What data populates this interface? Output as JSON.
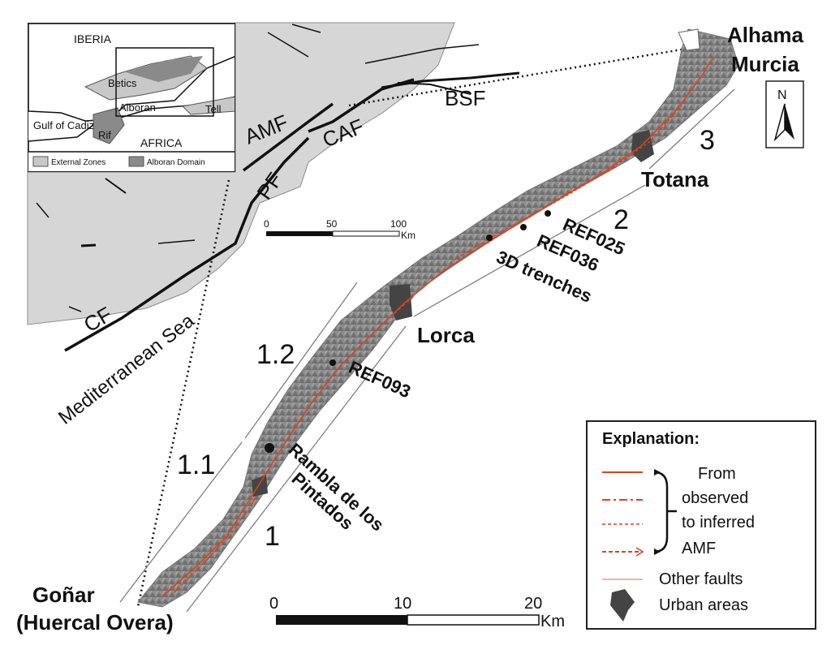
{
  "inset": {
    "regions": [
      "IBERIA",
      "Betics",
      "Alboran",
      "Tell",
      "Rif",
      "AFRICA",
      "Gulf of Cadiz"
    ],
    "legend": [
      "External Zones",
      "Alboran Domain"
    ]
  },
  "regional_faults": [
    "AMF",
    "CAF",
    "BSF",
    "PF",
    "CF"
  ],
  "sea_label": "Mediterranean Sea",
  "regional_scale": {
    "ticks": [
      "0",
      "50",
      "100"
    ],
    "unit": "Km"
  },
  "north_arrow": "N",
  "towns": {
    "alhama": "Alhama",
    "murcia": "Murcia",
    "totana": "Totana",
    "lorca": "Lorca",
    "gonar": "Goñar",
    "huercal": "(Huercal Overa)"
  },
  "segments": [
    "3",
    "2",
    "1.2",
    "1.1",
    "1"
  ],
  "sites": {
    "ref025": "REF025",
    "ref036": "REF036",
    "trenches": "3D trenches",
    "ref093": "REF093",
    "rambla1": "Rambla de los",
    "rambla2": "Pintados"
  },
  "local_scale": {
    "ticks": [
      "0",
      "10",
      "20"
    ],
    "unit": "Km"
  },
  "legend": {
    "title": "Explanation:",
    "amf_lines": [
      "From",
      "observed",
      "to inferred",
      "AMF"
    ],
    "other_faults": "Other faults",
    "urban_areas": "Urban areas"
  },
  "colors": {
    "fault_red": "#e0401a",
    "dem_gray": "#8a8a8a",
    "land_gray": "#d6d6d6",
    "urban": "#444444"
  }
}
